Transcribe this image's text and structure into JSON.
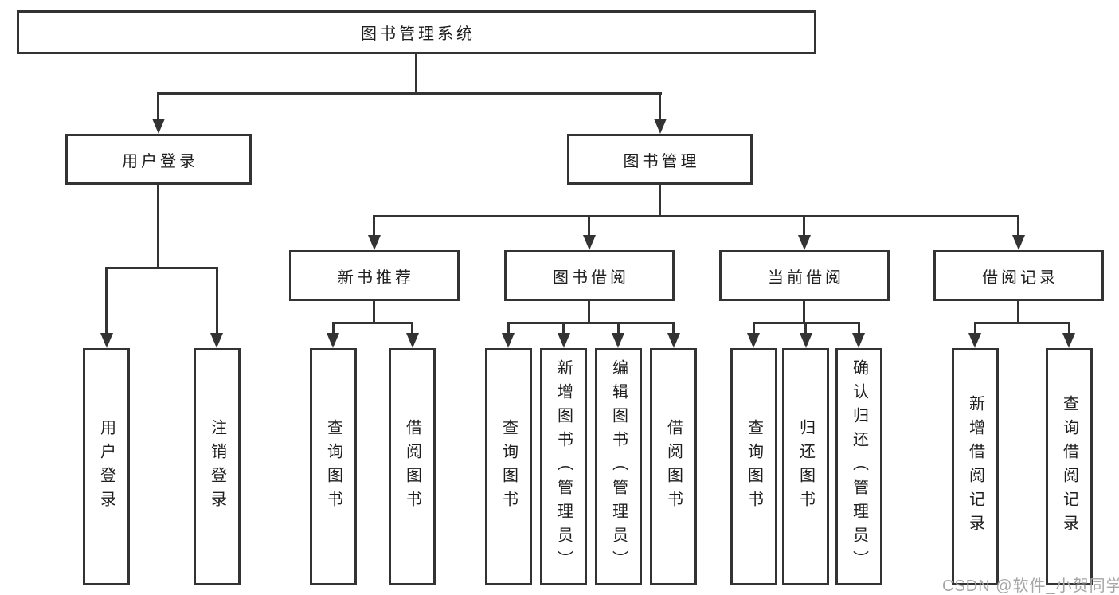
{
  "diagram": {
    "root": {
      "label": "图书管理系统"
    },
    "level2": [
      {
        "label": "用户登录"
      },
      {
        "label": "图书管理"
      }
    ],
    "level3": [
      {
        "label": "新书推荐"
      },
      {
        "label": "图书借阅"
      },
      {
        "label": "当前借阅"
      },
      {
        "label": "借阅记录"
      }
    ],
    "leaves": [
      {
        "label": "用户登录"
      },
      {
        "label": "注销登录"
      },
      {
        "label": "查询图书"
      },
      {
        "label": "借阅图书"
      },
      {
        "label": "查询图书"
      },
      {
        "label": "新增图书（管理员）"
      },
      {
        "label": "编辑图书（管理员）"
      },
      {
        "label": "借阅图书"
      },
      {
        "label": "查询图书"
      },
      {
        "label": "归还图书"
      },
      {
        "label": "确认归还（管理员）"
      },
      {
        "label": "新增借阅记录"
      },
      {
        "label": "查询借阅记录"
      }
    ],
    "watermark": "CSDN @软件_小贺同学",
    "colors": {
      "line": "#333333",
      "text": "#1e1e1e",
      "watermark": "#a6a6a6",
      "background": "#ffffff"
    }
  }
}
